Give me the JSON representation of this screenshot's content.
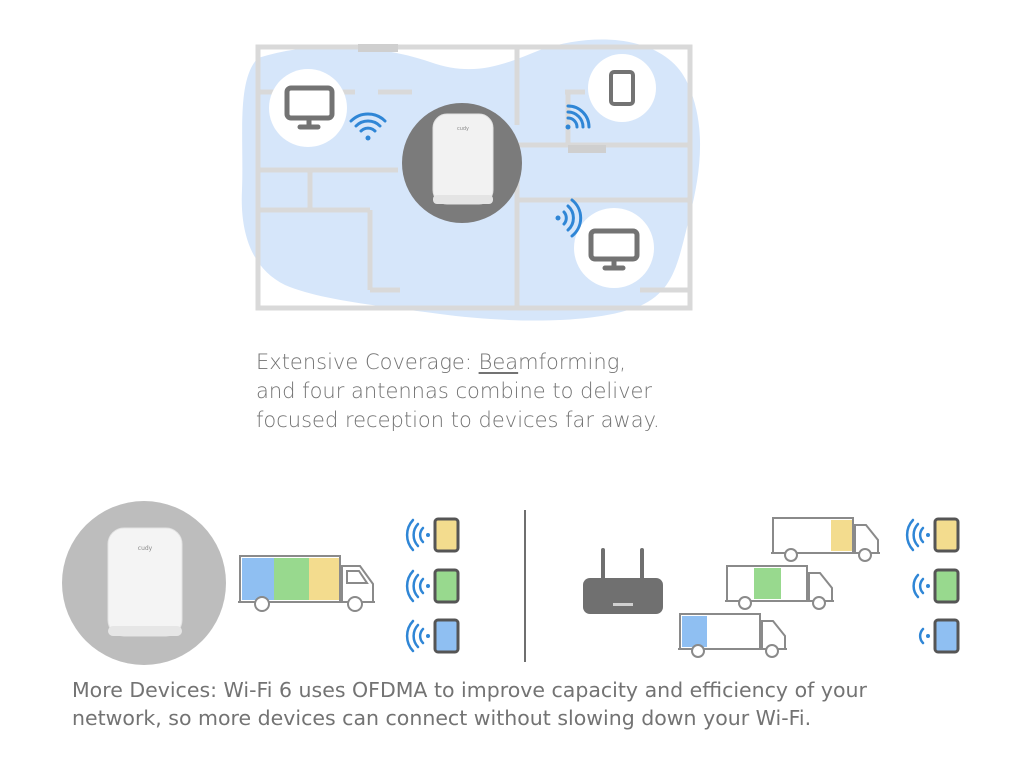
{
  "coverage": {
    "caption_lines": {
      "line1_before": "Extensive Coverage: ",
      "line1_underlined": "Bea",
      "line1_after": "mforming,",
      "line2": "and four antennas combine to deliver",
      "line3": "focused reception to devices far away."
    },
    "router_logo": "cudy"
  },
  "devices": {
    "caption_lines": {
      "line1": "More Devices: Wi-Fi 6 uses OFDMA to improve capacity and efficiency of your",
      "line2": "network, so more devices can connect without slowing down your Wi-Fi."
    },
    "router_logo": "cudy"
  },
  "colors": {
    "coverage_blue": "#d6e6fa",
    "wall_gray": "#d9d9d9",
    "wifi_blue": "#2f86d6",
    "block_blue": "#8fbff2",
    "block_green": "#98d98e",
    "block_yellow": "#f3dc8e",
    "circle_gray": "#bdbdbd",
    "icon_gray": "#6f6f6f"
  },
  "icons": [
    "monitor-icon",
    "tablet-icon",
    "router-icon",
    "wifi-signal-icon",
    "truck-icon",
    "phone-icon"
  ]
}
